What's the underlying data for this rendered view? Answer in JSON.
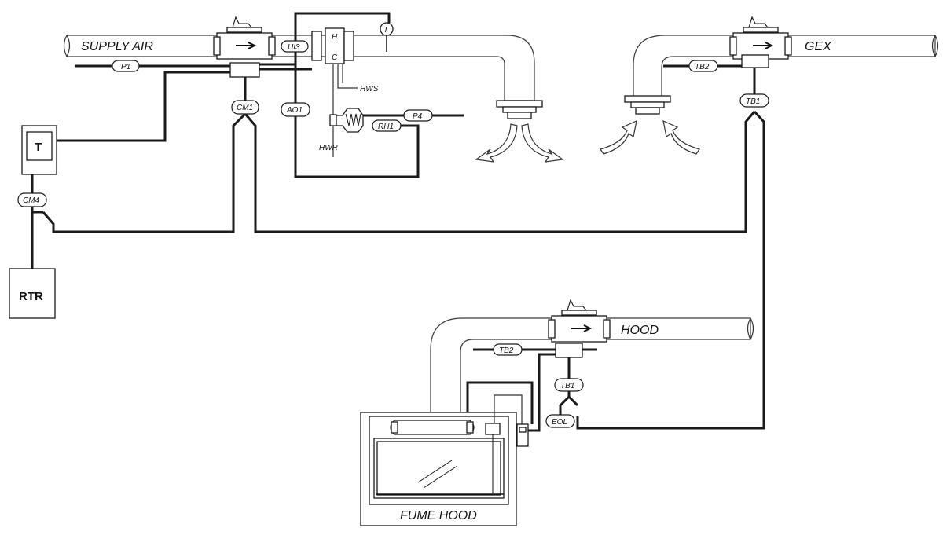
{
  "ducts": {
    "supply_air": "SUPPLY AIR",
    "gex": "GEX",
    "hood": "HOOD",
    "fume_hood": "FUME HOOD"
  },
  "devices": {
    "thermostat": "T",
    "rtr": "RTR",
    "duct_temp": "T",
    "coil_hot": "H",
    "coil_cold": "C"
  },
  "points": {
    "ui3": "UI3",
    "p1": "P1",
    "cm1": "CM1",
    "ao1": "AO1",
    "cm4": "CM4",
    "p4": "P4",
    "rh1": "RH1",
    "hws": "HWS",
    "hwr": "HWR",
    "tb2_gex": "TB2",
    "tb1_gex": "TB1",
    "tb2_hood": "TB2",
    "tb1_hood": "TB1",
    "eol": "EOL"
  }
}
